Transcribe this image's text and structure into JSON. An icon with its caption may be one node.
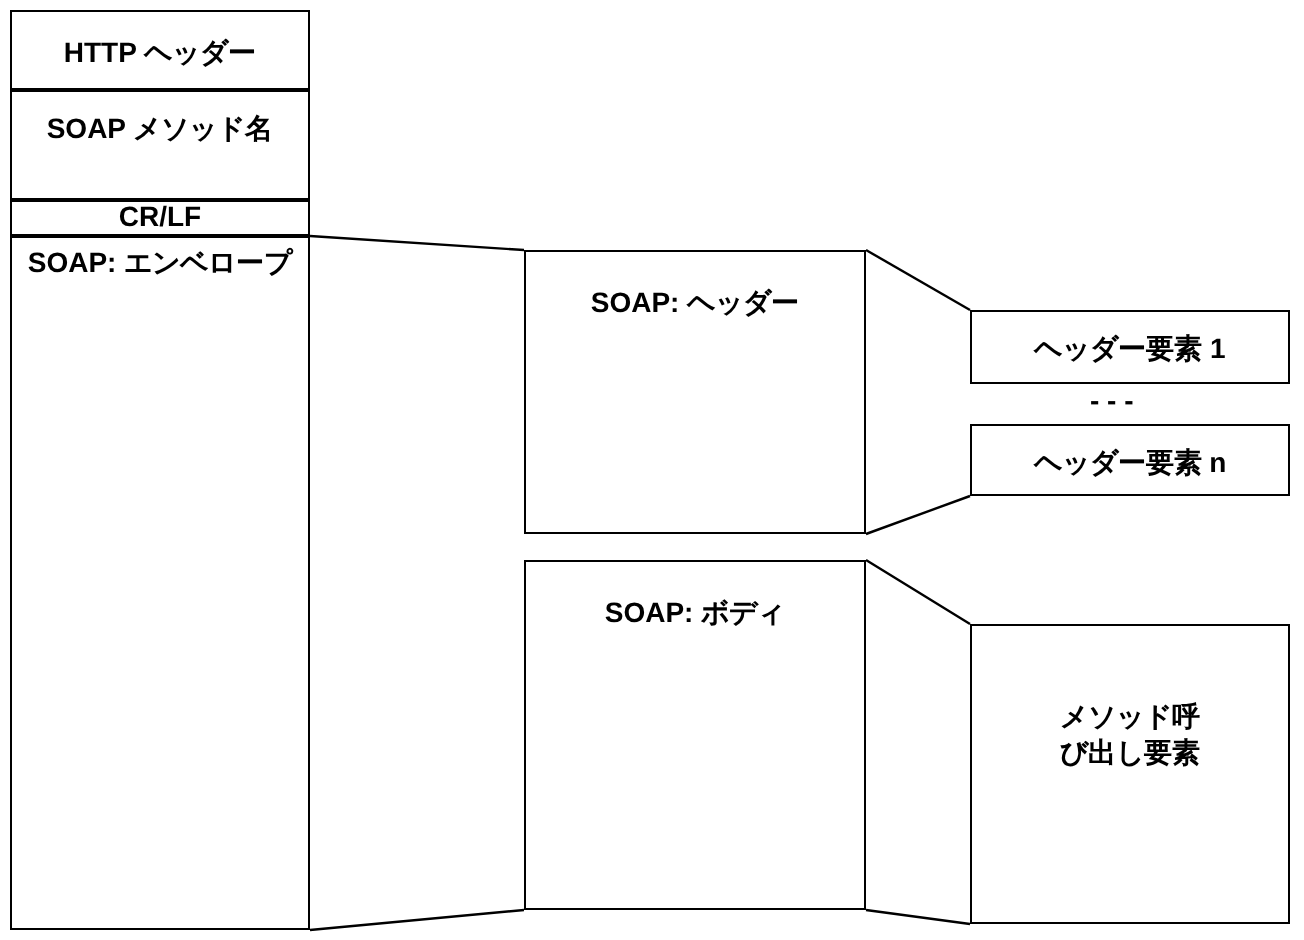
{
  "diagram": {
    "nodes": [
      {
        "text": [
          "HTTP ヘッダー"
        ]
      },
      {
        "text": [
          "SOAP メソッド名"
        ]
      },
      {
        "text": [
          "CR/LF"
        ]
      },
      {
        "text": [
          "SOAP: エンベロープ"
        ]
      },
      {
        "text": [
          "SOAP: ヘッダー"
        ]
      },
      {
        "text": [
          "ヘッダー要素 1"
        ]
      },
      {
        "text": [
          "ヘッダー要素 n"
        ]
      },
      {
        "text": [
          "SOAP: ボディ"
        ]
      },
      {
        "text": [
          "メソッド呼び出し要素"
        ]
      }
    ],
    "edges": [
      {
        "from": 3,
        "to": 4,
        "arrow": "none"
      },
      {
        "from": 3,
        "to": 7,
        "arrow": "none"
      },
      {
        "from": 4,
        "to": 5,
        "arrow": "none"
      },
      {
        "from": 4,
        "to": 6,
        "arrow": "none"
      },
      {
        "from": 7,
        "to": 8,
        "arrow": "none"
      },
      {
        "from": 7,
        "to": 8,
        "arrow": "none"
      }
    ],
    "labels": [
      "- - -"
    ]
  }
}
